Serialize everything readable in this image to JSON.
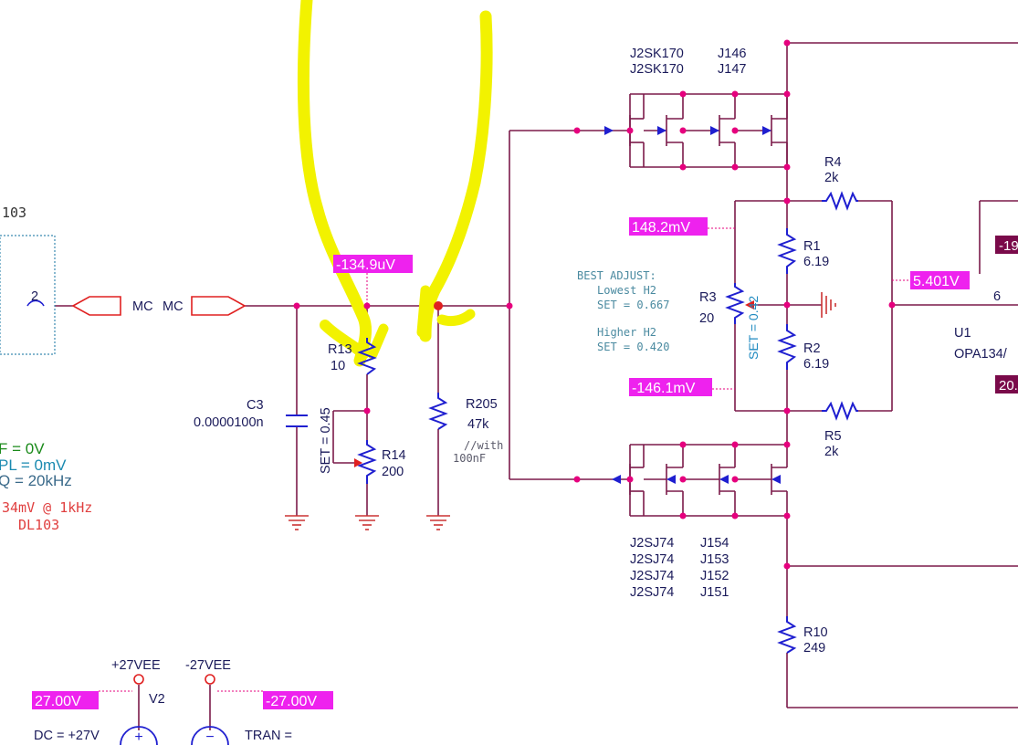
{
  "probes": {
    "r13_top": "-134.9uV",
    "r1_top": "148.2mV",
    "r2_bottom": "-146.1mV",
    "opamp_out": "5.401V",
    "right_top": "-19",
    "right_bottom": "20.",
    "pos_supply": "27.00V",
    "neg_supply": "-27.00V"
  },
  "components": {
    "u1_label": "U1",
    "u1_model": "OPA134/",
    "u1_pin": "6",
    "r1_label": "R1",
    "r1_value": "6.19",
    "r2_label": "R2",
    "r2_value": "6.19",
    "r3_label": "R3",
    "r3_value": "20",
    "r3_set": "SET = 0.42",
    "r4_label": "R4",
    "r4_value": "2k",
    "r5_label": "R5",
    "r5_value": "2k",
    "r10_label": "R10",
    "r10_value": "249",
    "r13_label": "R13",
    "r13_value": "10",
    "r14_label": "R14",
    "r14_value": "200",
    "r14_set": "SET = 0.45",
    "r205_label": "R205",
    "r205_value": "47k",
    "r205_note1": "//with",
    "r205_note2": "100nF",
    "c3_label": "C3",
    "c3_value": "0.0000100n",
    "v2_label": "V2",
    "v2_dc": "DC = +27V",
    "v2_tran": "TRAN =",
    "pos_rail": "+27VEE",
    "neg_rail": "-27VEE"
  },
  "jfets_top": [
    [
      "J2SK170",
      "J146"
    ],
    [
      "J2SK170",
      "J147"
    ]
  ],
  "jfets_bottom": [
    [
      "J2SJ74",
      "J154"
    ],
    [
      "J2SJ74",
      "J153"
    ],
    [
      "J2SJ74",
      "J152"
    ],
    [
      "J2SJ74",
      "J151"
    ]
  ],
  "connectors": {
    "left": "MC",
    "right": "MC",
    "pin": "2"
  },
  "source": {
    "name_fragment": "103",
    "f_line": "F = 0V",
    "pl_line": "PL = 0mV",
    "q_line": "Q = 20kHz",
    "level_line": "34mV @ 1kHz",
    "ref_line": "DL103"
  },
  "note": {
    "title": "BEST ADJUST:",
    "l1": "Lowest H2",
    "l2": "SET = 0.667",
    "l3": "Higher H2",
    "l4": "SET = 0.420"
  },
  "colors": {
    "wire": "#7b1a4a",
    "component": "#1f1fd0",
    "node": "#e6007e",
    "probe_bg": "#ee22ee",
    "probe_dark": "#7a0a4a",
    "ground": "#cc3333",
    "highlight": "#f2f200",
    "note": "#4a8aa0",
    "source_green": "#1a8a1a",
    "source_cyan": "#1a8ab0",
    "source_red": "#e04040"
  }
}
